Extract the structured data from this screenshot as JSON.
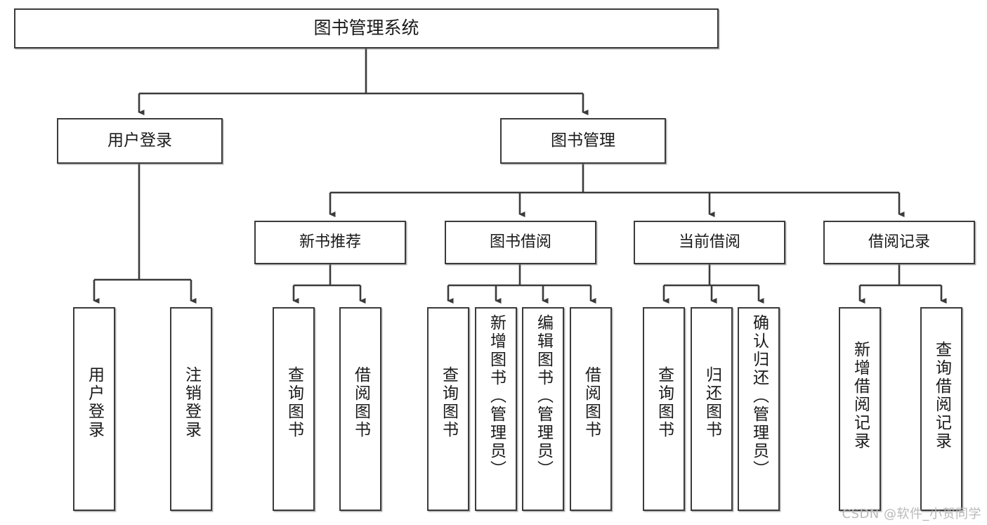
{
  "diagram": {
    "title": "图书管理系统",
    "type": "tree",
    "watermark": "CSDN @软件_小贺同学",
    "root": {
      "label": "图书管理系统"
    },
    "level2": [
      {
        "label": "用户登录"
      },
      {
        "label": "图书管理"
      }
    ],
    "level3": [
      {
        "label": "新书推荐"
      },
      {
        "label": "图书借阅"
      },
      {
        "label": "当前借阅"
      },
      {
        "label": "借阅记录"
      }
    ],
    "leaves": {
      "user_login": [
        {
          "label": "用户登录"
        },
        {
          "label": "注销登录"
        }
      ],
      "new_book_recommend": [
        {
          "label": "查询图书"
        },
        {
          "label": "借阅图书"
        }
      ],
      "book_borrow": [
        {
          "label": "查询图书"
        },
        {
          "label": "新增图书（管理员）"
        },
        {
          "label": "编辑图书（管理员）"
        },
        {
          "label": "借阅图书"
        }
      ],
      "current_borrow": [
        {
          "label": "查询图书"
        },
        {
          "label": "归还图书"
        },
        {
          "label": "确认归还（管理员）"
        }
      ],
      "borrow_record": [
        {
          "label": "新增借阅记录"
        },
        {
          "label": "查询借阅记录"
        }
      ]
    },
    "colors": {
      "stroke": "#3b3b3b",
      "fill": "#ffffff",
      "text": "#1a1a1a",
      "watermark": "#b9b9b9"
    }
  }
}
